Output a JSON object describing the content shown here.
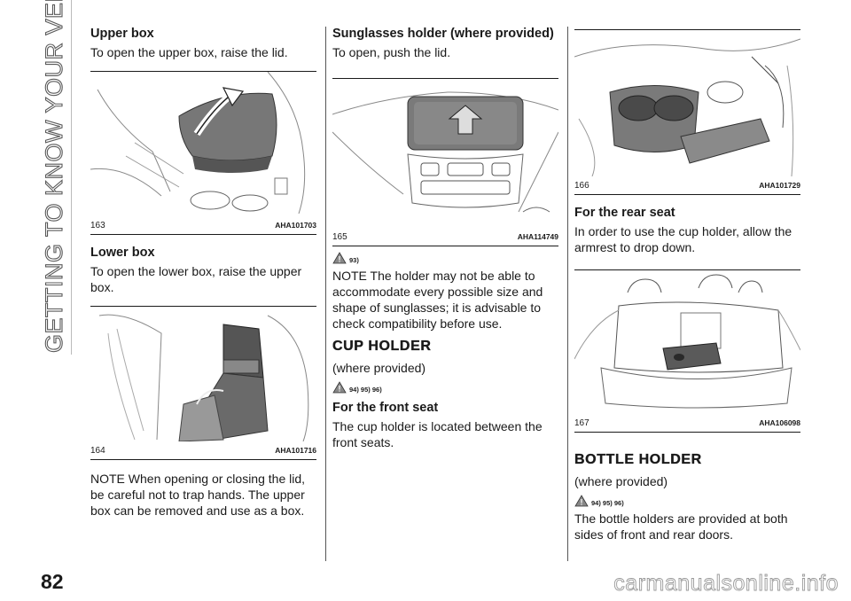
{
  "side_title": "GETTING TO KNOW YOUR VEHICLE",
  "page_number": "82",
  "watermark": "carmanualsonline.info",
  "col1": {
    "upper_box_heading": "Upper box",
    "upper_box_text": "To open the upper box, raise the lid.",
    "fig163": {
      "number": "163",
      "code": "AHA101703"
    },
    "lower_box_heading": "Lower box",
    "lower_box_text": "To open the lower box, raise the upper box.",
    "fig164": {
      "number": "164",
      "code": "AHA101716"
    },
    "note": "NOTE When opening or closing the lid, be careful not to trap hands. The upper box can be removed and use as a box."
  },
  "col2": {
    "sunglasses_heading": "Sunglasses holder (where provided)",
    "sunglasses_text": "To open, push the lid.",
    "fig165": {
      "number": "165",
      "code": "AHA114749"
    },
    "warning1": "93)",
    "note": "NOTE The holder may not be able to accommodate every possible size and shape of sunglasses; it is advisable to check compatibility before use.",
    "cup_holder_heading": "CUP HOLDER",
    "cup_holder_sub": "(where provided)",
    "warning2": "94) 95) 96)",
    "front_seat_heading": "For the front seat",
    "front_seat_text": "The cup holder is located between the front seats."
  },
  "col3": {
    "fig166": {
      "number": "166",
      "code": "AHA101729"
    },
    "rear_seat_heading": "For the rear seat",
    "rear_seat_text": "In order to use the cup holder, allow the armrest to drop down.",
    "fig167": {
      "number": "167",
      "code": "AHA106098"
    },
    "bottle_heading": "BOTTLE HOLDER",
    "bottle_sub": "(where provided)",
    "warning": "94) 95) 96)",
    "bottle_text": "The bottle holders are provided at both sides of front and rear doors."
  }
}
